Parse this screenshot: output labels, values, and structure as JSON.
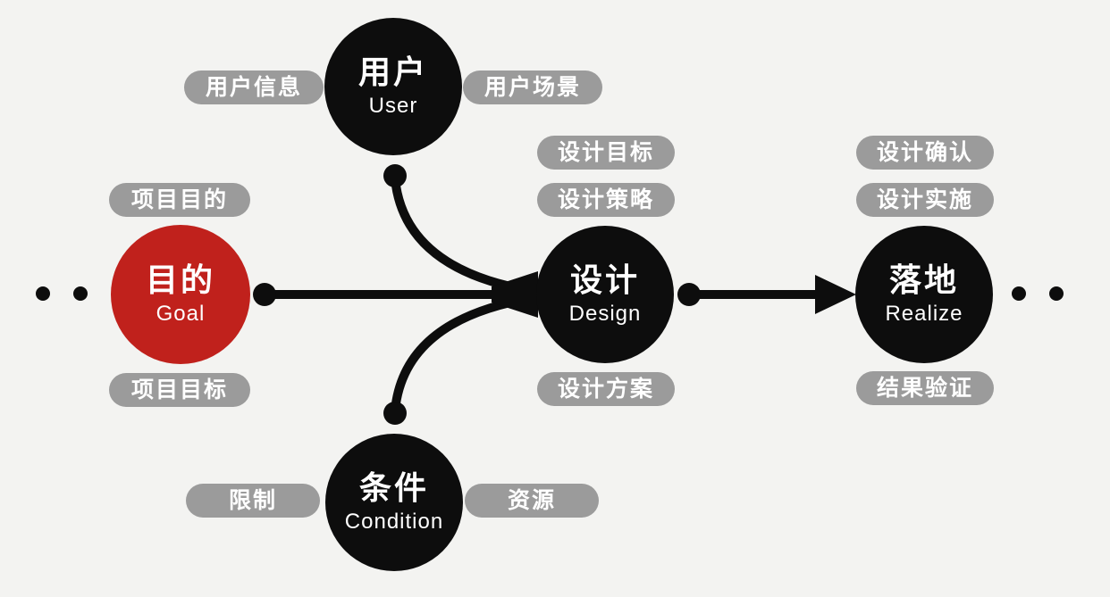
{
  "diagram": {
    "type": "flow-diagram",
    "background_color": "#f3f3f1",
    "node_color_black": "#0d0d0d",
    "node_color_red": "#c0211c",
    "pill_color": "#9b9b9b",
    "text_color": "#ffffff",
    "flow": "goal -> design -> realize, with user and condition feeding into design"
  },
  "nodes": {
    "goal": {
      "zh": "目的",
      "en": "Goal"
    },
    "user": {
      "zh": "用户",
      "en": "User"
    },
    "design": {
      "zh": "设计",
      "en": "Design"
    },
    "condition": {
      "zh": "条件",
      "en": "Condition"
    },
    "realize": {
      "zh": "落地",
      "en": "Realize"
    }
  },
  "pills": {
    "goal_top": "项目目的",
    "goal_bottom": "项目目标",
    "user_left": "用户信息",
    "user_right": "用户场景",
    "design_top1": "设计目标",
    "design_top2": "设计策略",
    "design_bottom": "设计方案",
    "realize_top1": "设计确认",
    "realize_top2": "设计实施",
    "realize_bottom": "结果验证",
    "condition_left": "限制",
    "condition_right": "资源"
  }
}
